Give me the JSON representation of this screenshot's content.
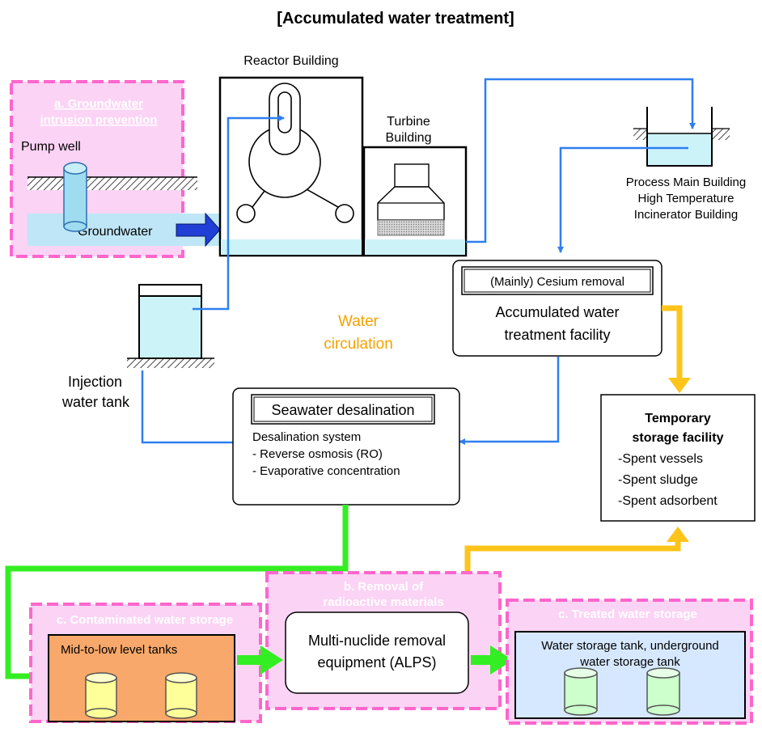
{
  "title": "[Accumulated water treatment]",
  "labels": {
    "reactor_building": "Reactor Building",
    "turbine_building": [
      "Turbine",
      "Building"
    ],
    "process_building": [
      "Process Main Building",
      "High Temperature",
      "Incinerator Building"
    ],
    "pump_well": "Pump well",
    "groundwater": "Groundwater",
    "injection_tank": [
      "Injection",
      "water tank"
    ],
    "water_circulation": [
      "Water",
      "circulation"
    ]
  },
  "sections": {
    "a": [
      "a. Groundwater",
      "intrusion prevention"
    ],
    "b": [
      "b. Removal of",
      "radioactive materials"
    ],
    "c_contaminated": "c. Contaminated water storage",
    "c_treated": "c. Treated water storage"
  },
  "cesium": {
    "tag": "(Mainly) Cesium removal",
    "name": [
      "Accumulated water",
      "treatment facility"
    ]
  },
  "desal": {
    "tag": "Seawater desalination",
    "system": "Desalination system",
    "items": [
      "- Reverse osmosis (RO)",
      "- Evaporative concentration"
    ]
  },
  "temp_storage": {
    "title": [
      "Temporary",
      "storage facility"
    ],
    "items": [
      "-Spent vessels",
      "-Spent sludge",
      "-Spent adsorbent"
    ]
  },
  "alps": [
    "Multi-nuclide removal",
    "equipment (ALPS)"
  ],
  "midlow": "Mid-to-low level tanks",
  "water_tank": [
    "Water storage tank, underground",
    "water storage tank"
  ],
  "colors": {
    "pink": "#ff66cc",
    "pink_fill": "#fbd3f5",
    "blue_line": "#2f7ff0",
    "green_line": "#33ee22",
    "yellow_line": "#ffc41a",
    "water": "#ccf4f8",
    "orange_box": "#f8a86a",
    "text_orange": "#f5a100"
  }
}
